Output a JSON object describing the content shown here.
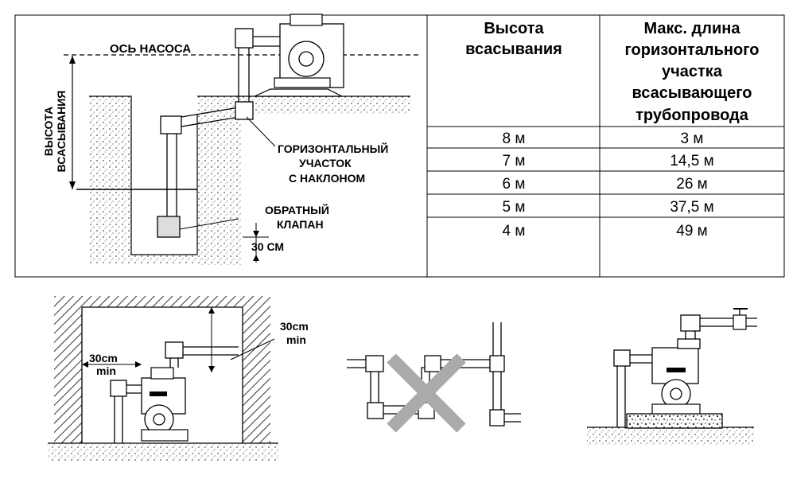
{
  "diagram": {
    "pump_axis_label": "ОСЬ НАСОСА",
    "suction_height_label": [
      "ВЫСОТА",
      "ВСАСЫВАНИЯ"
    ],
    "horizontal_section_label": [
      "ГОРИЗОНТАЛЬНЫЙ",
      "УЧАСТОК",
      "С НАКЛОНОМ"
    ],
    "check_valve_label": [
      "ОБРАТНЫЙ",
      "КЛАПАН"
    ],
    "clearance_label": "30 СМ"
  },
  "table": {
    "headers": [
      [
        "Высота",
        "всасывания"
      ],
      [
        "Макс. длина",
        "горизонтального",
        "участка",
        "всасывающего",
        "трубопровода"
      ]
    ],
    "rows": [
      [
        "8 м",
        "3 м"
      ],
      [
        "7 м",
        "14,5 м"
      ],
      [
        "6 м",
        "26 м"
      ],
      [
        "5 м",
        "37,5 м"
      ],
      [
        "4 м",
        "49 м"
      ]
    ]
  },
  "installation": {
    "side_clearance_label": [
      "30cm",
      "min"
    ],
    "top_clearance_label": [
      "30cm",
      "min"
    ]
  }
}
